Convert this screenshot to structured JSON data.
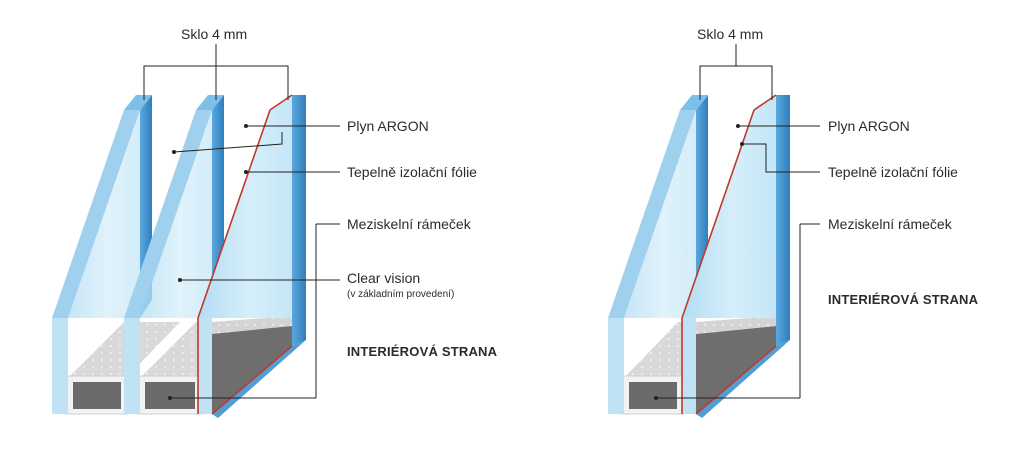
{
  "colors": {
    "glass_face": "#bfe4f6",
    "glass_edge": "#3f93cf",
    "glass_edge_dark": "#2f7fbf",
    "foil": "#c0392b",
    "spacer_top": "#d4d4d4",
    "spacer_front": "#6f6f6f",
    "spacer_frame": "#f0f0f0",
    "leader": "#222222"
  },
  "left_diagram": {
    "glass_label": "Sklo 4 mm",
    "argon_label": "Plyn ARGON",
    "foil_label": "Tepelně izolační fólie",
    "spacer_label": "Meziskelní rámeček",
    "clear_label": "Clear vision",
    "clear_sublabel": "(v základním provedení)",
    "side_label": "INTERIÉROVÁ STRANA"
  },
  "right_diagram": {
    "glass_label": "Sklo 4 mm",
    "argon_label": "Plyn ARGON",
    "foil_label": "Tepelně izolační fólie",
    "spacer_label": "Meziskelní rámeček",
    "side_label": "INTERIÉROVÁ STRANA"
  }
}
